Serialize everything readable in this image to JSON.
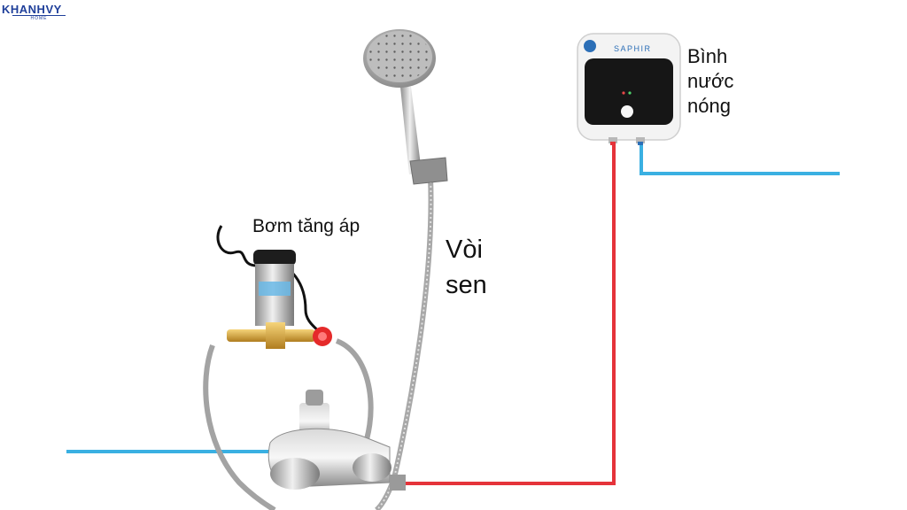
{
  "brand": {
    "name": "KHANHVY",
    "tagline": "HOME"
  },
  "labels": {
    "heater": [
      "Bình",
      "nước",
      "nóng"
    ],
    "pump": "Bơm tăng áp",
    "shower": [
      "Vòi",
      "sen"
    ],
    "heater_brand": "SAPHIR"
  },
  "colors": {
    "cold_water_pipe": "#3ab0e2",
    "hot_water_pipe": "#e5333a",
    "heater_body": "#f4f4f4",
    "heater_panel": "#161616",
    "hose": "#a8a8a8"
  }
}
